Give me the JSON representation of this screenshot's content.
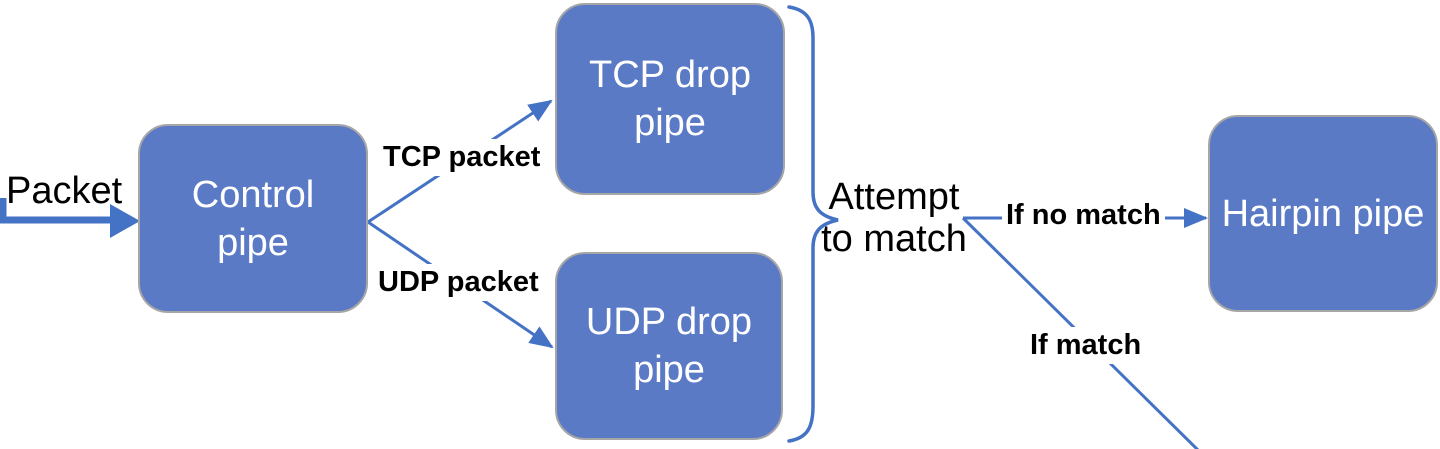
{
  "colors": {
    "node_fill": "#5b7ac5",
    "node_border": "#a6a6a6",
    "node_text": "#ffffff",
    "edge_color": "#4472c4",
    "label_text": "#000000",
    "background": "#ffffff"
  },
  "nodes": {
    "control": {
      "line1": "Control",
      "line2": "pipe"
    },
    "tcp_drop": {
      "line1": "TCP drop",
      "line2": "pipe"
    },
    "udp_drop": {
      "line1": "UDP drop",
      "line2": "pipe"
    },
    "hairpin": {
      "line1": "Hairpin pipe"
    }
  },
  "labels": {
    "packet": "Packet",
    "tcp_packet": "TCP packet",
    "udp_packet": "UDP packet",
    "attempt_line1": "Attempt",
    "attempt_line2": "to match",
    "if_no_match": "If no match",
    "if_match": "If match"
  }
}
